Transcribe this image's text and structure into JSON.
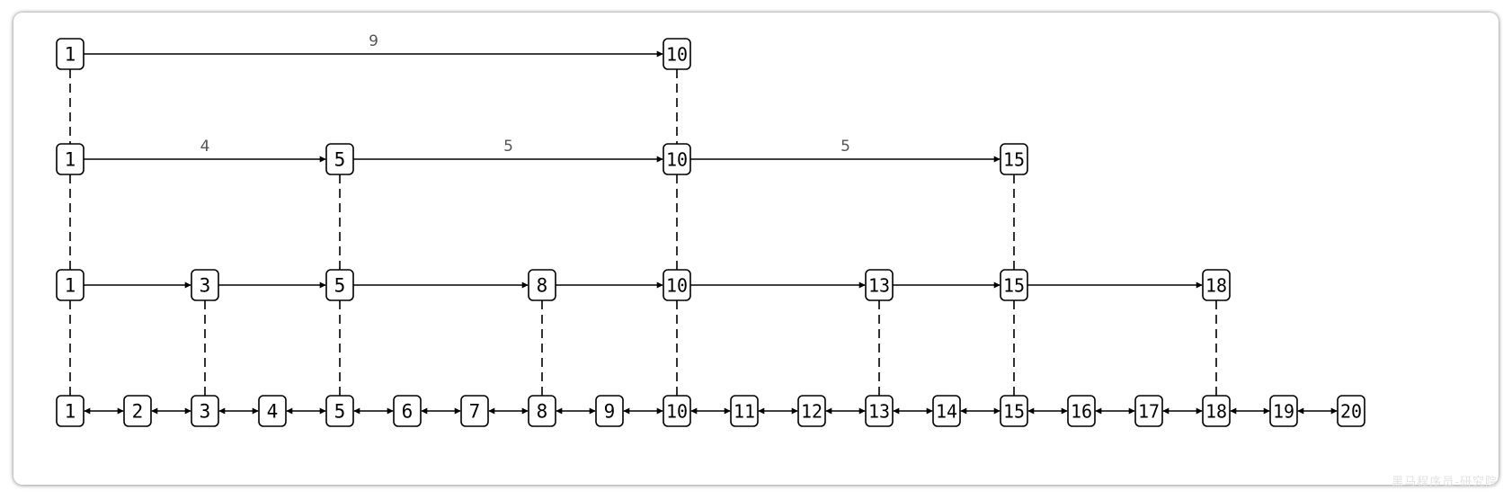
{
  "levels": [
    {
      "nodes": [
        "1",
        "10"
      ],
      "gaps": [
        "9"
      ]
    },
    {
      "nodes": [
        "1",
        "5",
        "10",
        "15"
      ],
      "gaps": [
        "4",
        "5",
        "5"
      ]
    },
    {
      "nodes": [
        "1",
        "3",
        "5",
        "8",
        "10",
        "13",
        "15",
        "18"
      ],
      "gaps": []
    },
    {
      "nodes": [
        "1",
        "2",
        "3",
        "4",
        "5",
        "6",
        "7",
        "8",
        "9",
        "10",
        "11",
        "12",
        "13",
        "14",
        "15",
        "16",
        "17",
        "18",
        "19",
        "20"
      ],
      "gaps": []
    }
  ],
  "colors": {
    "stroke": "#000000",
    "label": "#555555"
  },
  "watermark": "黑马程序员-研究院"
}
